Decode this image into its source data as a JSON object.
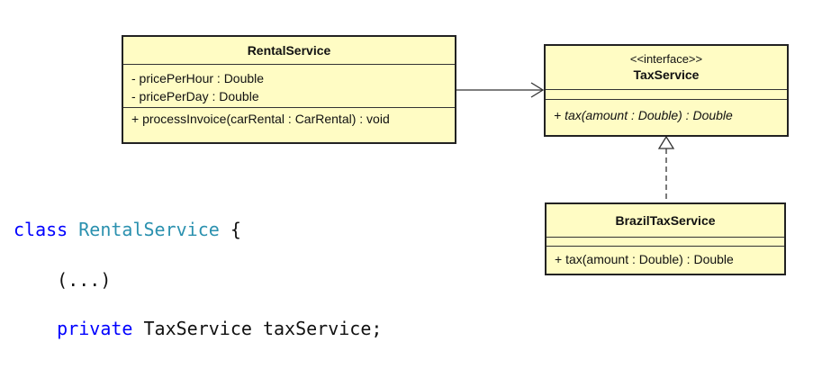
{
  "diagram": {
    "rental_service": {
      "name": "RentalService",
      "attributes": [
        "- pricePerHour : Double",
        "- pricePerDay : Double"
      ],
      "operations": [
        "+ processInvoice(carRental : CarRental) : void"
      ]
    },
    "tax_service": {
      "stereotype": "<<interface>>",
      "name": "TaxService",
      "operations": [
        "+ tax(amount : Double) : Double"
      ]
    },
    "brazil_tax_service": {
      "name": "BrazilTaxService",
      "operations": [
        "+ tax(amount : Double) : Double"
      ]
    }
  },
  "code": {
    "line1_keyword": "class",
    "line1_classname": "RentalService",
    "line1_brace": " {",
    "line2": "(...)",
    "line3_keyword": "private",
    "line3_rest": " TaxService taxService;"
  }
}
